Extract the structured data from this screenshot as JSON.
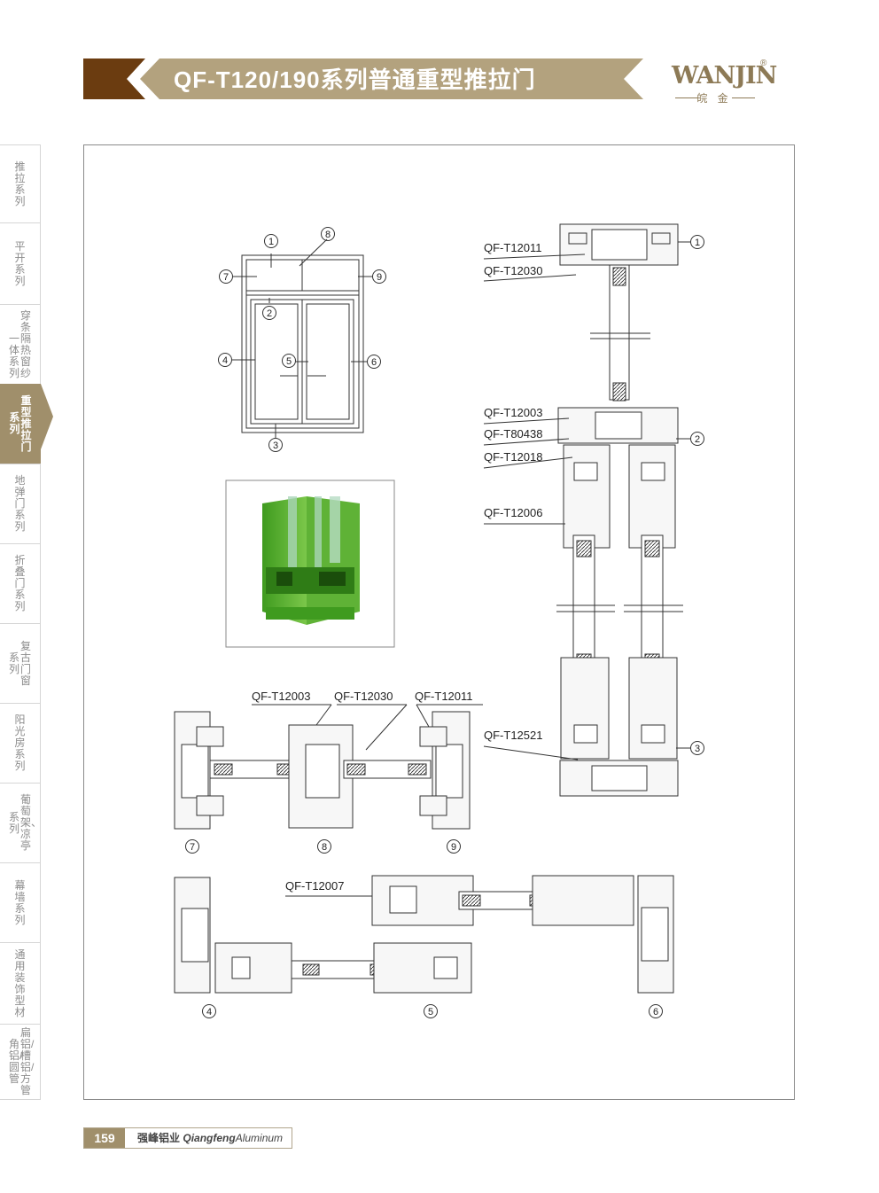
{
  "header": {
    "title": "QF-T120/190系列普通重型推拉门"
  },
  "logo": {
    "brand": "WANJIN",
    "registered": "®",
    "chinese": "皖 金"
  },
  "sidenav": {
    "items": [
      {
        "cols": [
          "推拉系列"
        ]
      },
      {
        "cols": [
          "平开系列"
        ]
      },
      {
        "cols": [
          "穿条隔热窗纱",
          "一体系列"
        ]
      },
      {
        "cols": [
          "重型推拉门",
          "系列"
        ],
        "active": true
      },
      {
        "cols": [
          "地弹门系列"
        ]
      },
      {
        "cols": [
          "折叠门系列"
        ]
      },
      {
        "cols": [
          "复古门窗",
          "系列"
        ]
      },
      {
        "cols": [
          "阳光房系列"
        ]
      },
      {
        "cols": [
          "葡萄架、凉亭",
          "系列"
        ]
      },
      {
        "cols": [
          "幕墙系列"
        ]
      },
      {
        "cols": [
          "通用装饰型材"
        ]
      },
      {
        "cols": [
          "扁铝/槽铝/方管",
          "角铝/圆管"
        ]
      }
    ]
  },
  "diagram": {
    "elevation_markers": [
      "1",
      "8",
      "7",
      "9",
      "2",
      "4",
      "5",
      "6",
      "3"
    ],
    "vertical_labels": [
      "QF-T12011",
      "QF-T12030",
      "QF-T12003",
      "QF-T80438",
      "QF-T12018",
      "QF-T12006",
      "QF-T12521"
    ],
    "vertical_markers": [
      "1",
      "2",
      "3"
    ],
    "horizontal_top_labels": [
      "QF-T12003",
      "QF-T12030",
      "QF-T12011"
    ],
    "horizontal_top_markers": [
      "7",
      "8",
      "9"
    ],
    "horizontal_bottom_label": "QF-T12007",
    "horizontal_bottom_markers": [
      "4",
      "5",
      "6"
    ]
  },
  "footer": {
    "page_number": "159",
    "brand_cn": "强峰铝业",
    "brand_en_bold": "Qiangfeng",
    "brand_en": "Aluminum"
  }
}
